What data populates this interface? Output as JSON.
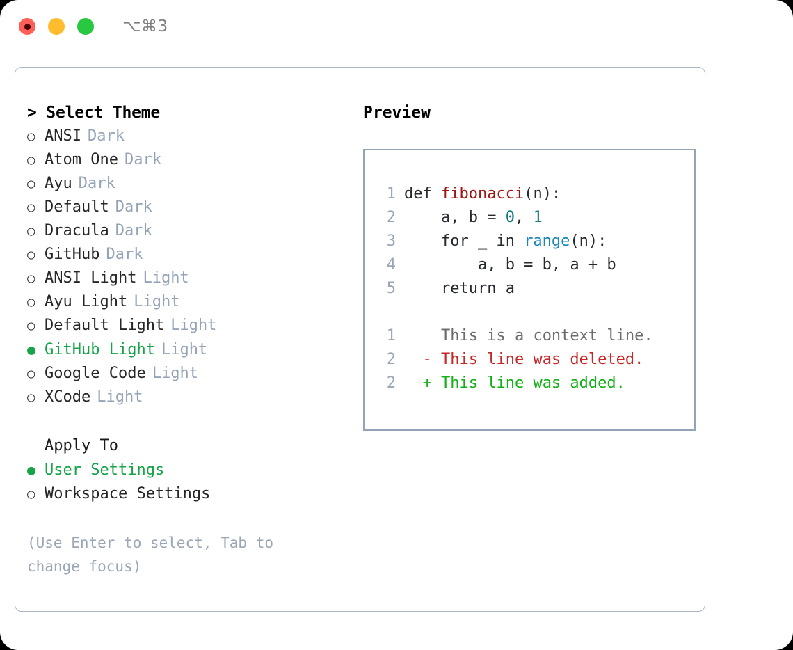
{
  "window": {
    "shortcut": "⌥⌘3",
    "traffic_lights": [
      {
        "name": "close",
        "color": "#ff5f57"
      },
      {
        "name": "minimize",
        "color": "#ffbd2e"
      },
      {
        "name": "maximize",
        "color": "#28c840"
      }
    ]
  },
  "theme_picker": {
    "heading": "> Select Theme",
    "bullet_unselected": "○",
    "bullet_selected": "●",
    "items": [
      {
        "label": "ANSI",
        "tag": "Dark",
        "selected": false
      },
      {
        "label": "Atom One",
        "tag": "Dark",
        "selected": false
      },
      {
        "label": "Ayu",
        "tag": "Dark",
        "selected": false
      },
      {
        "label": "Default",
        "tag": "Dark",
        "selected": false
      },
      {
        "label": "Dracula",
        "tag": "Dark",
        "selected": false
      },
      {
        "label": "GitHub",
        "tag": "Dark",
        "selected": false
      },
      {
        "label": "ANSI Light",
        "tag": "Light",
        "selected": false
      },
      {
        "label": "Ayu Light",
        "tag": "Light",
        "selected": false
      },
      {
        "label": "Default Light",
        "tag": "Light",
        "selected": false
      },
      {
        "label": "GitHub Light",
        "tag": "Light",
        "selected": true
      },
      {
        "label": "Google Code",
        "tag": "Light",
        "selected": false
      },
      {
        "label": "XCode",
        "tag": "Light",
        "selected": false
      }
    ]
  },
  "apply_to": {
    "heading": "Apply To",
    "items": [
      {
        "label": "User Settings",
        "selected": true
      },
      {
        "label": "Workspace Settings",
        "selected": false
      }
    ]
  },
  "hint": "(Use Enter to select, Tab to change focus)",
  "preview": {
    "heading": "Preview",
    "code_lines": [
      {
        "num": "1",
        "segments": [
          {
            "text": "def ",
            "style": "plain"
          },
          {
            "text": "fibonacci",
            "style": "fn"
          },
          {
            "text": "(n):",
            "style": "plain"
          }
        ]
      },
      {
        "num": "2",
        "segments": [
          {
            "text": "    a, b = ",
            "style": "plain"
          },
          {
            "text": "0",
            "style": "num"
          },
          {
            "text": ", ",
            "style": "plain"
          },
          {
            "text": "1",
            "style": "num"
          }
        ]
      },
      {
        "num": "3",
        "segments": [
          {
            "text": "    for _ in ",
            "style": "plain"
          },
          {
            "text": "range",
            "style": "builtin"
          },
          {
            "text": "(n):",
            "style": "plain"
          }
        ]
      },
      {
        "num": "4",
        "segments": [
          {
            "text": "        a, b = b, a + b",
            "style": "plain"
          }
        ]
      },
      {
        "num": "5",
        "segments": [
          {
            "text": "    return a",
            "style": "plain"
          }
        ]
      }
    ],
    "diff_lines": [
      {
        "num": "1",
        "marker": " ",
        "text": " This is a context line.",
        "style": "ctx"
      },
      {
        "num": "2",
        "marker": "-",
        "text": " This line was deleted.",
        "style": "del"
      },
      {
        "num": "2",
        "marker": "+",
        "text": " This line was added.",
        "style": "add"
      }
    ]
  },
  "colors": {
    "accent_green": "#17a347",
    "tag_gray": "#94a3b8",
    "panel_border": "#aab4c2",
    "preview_border": "#94a3b8",
    "syntax_function": "#a31515",
    "syntax_number": "#0f7b7b",
    "syntax_builtin": "#1a85b8",
    "diff_deleted": "#c62828",
    "diff_added": "#13b016",
    "diff_context": "#6b6b6b"
  }
}
